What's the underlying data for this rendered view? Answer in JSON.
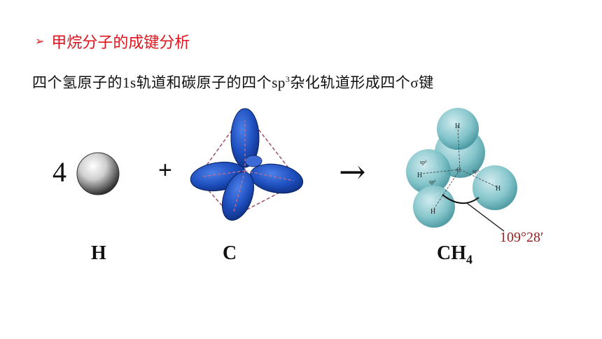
{
  "heading": {
    "bullet": "➢",
    "text": "甲烷分子的成键分析"
  },
  "subheading": {
    "part1": "四个氢原子的",
    "orbital1": "1s",
    "part2": "轨道和碳原子的四个",
    "orbital2_base": "sp",
    "orbital2_sup": "3",
    "part3": "杂化轨道形成四个",
    "sigma": "σ",
    "part4": "键"
  },
  "equation": {
    "coefficient": "4",
    "plus": "+",
    "arrow": "→"
  },
  "labels": {
    "h": "H",
    "c": "C",
    "ch4_base": "CH",
    "ch4_sub": "4"
  },
  "methane_model": {
    "atom_h": "H",
    "atom_c": "C",
    "orbital_label": "sp³",
    "bond_angle": "109°28′"
  },
  "colors": {
    "heading": "#e0141e",
    "orbital_blue": "#1e4fbf",
    "dashed_tetrahedron": "#a0506a",
    "sphere_teal": "#7fc3c9",
    "angle_text": "#9b1c1c"
  }
}
